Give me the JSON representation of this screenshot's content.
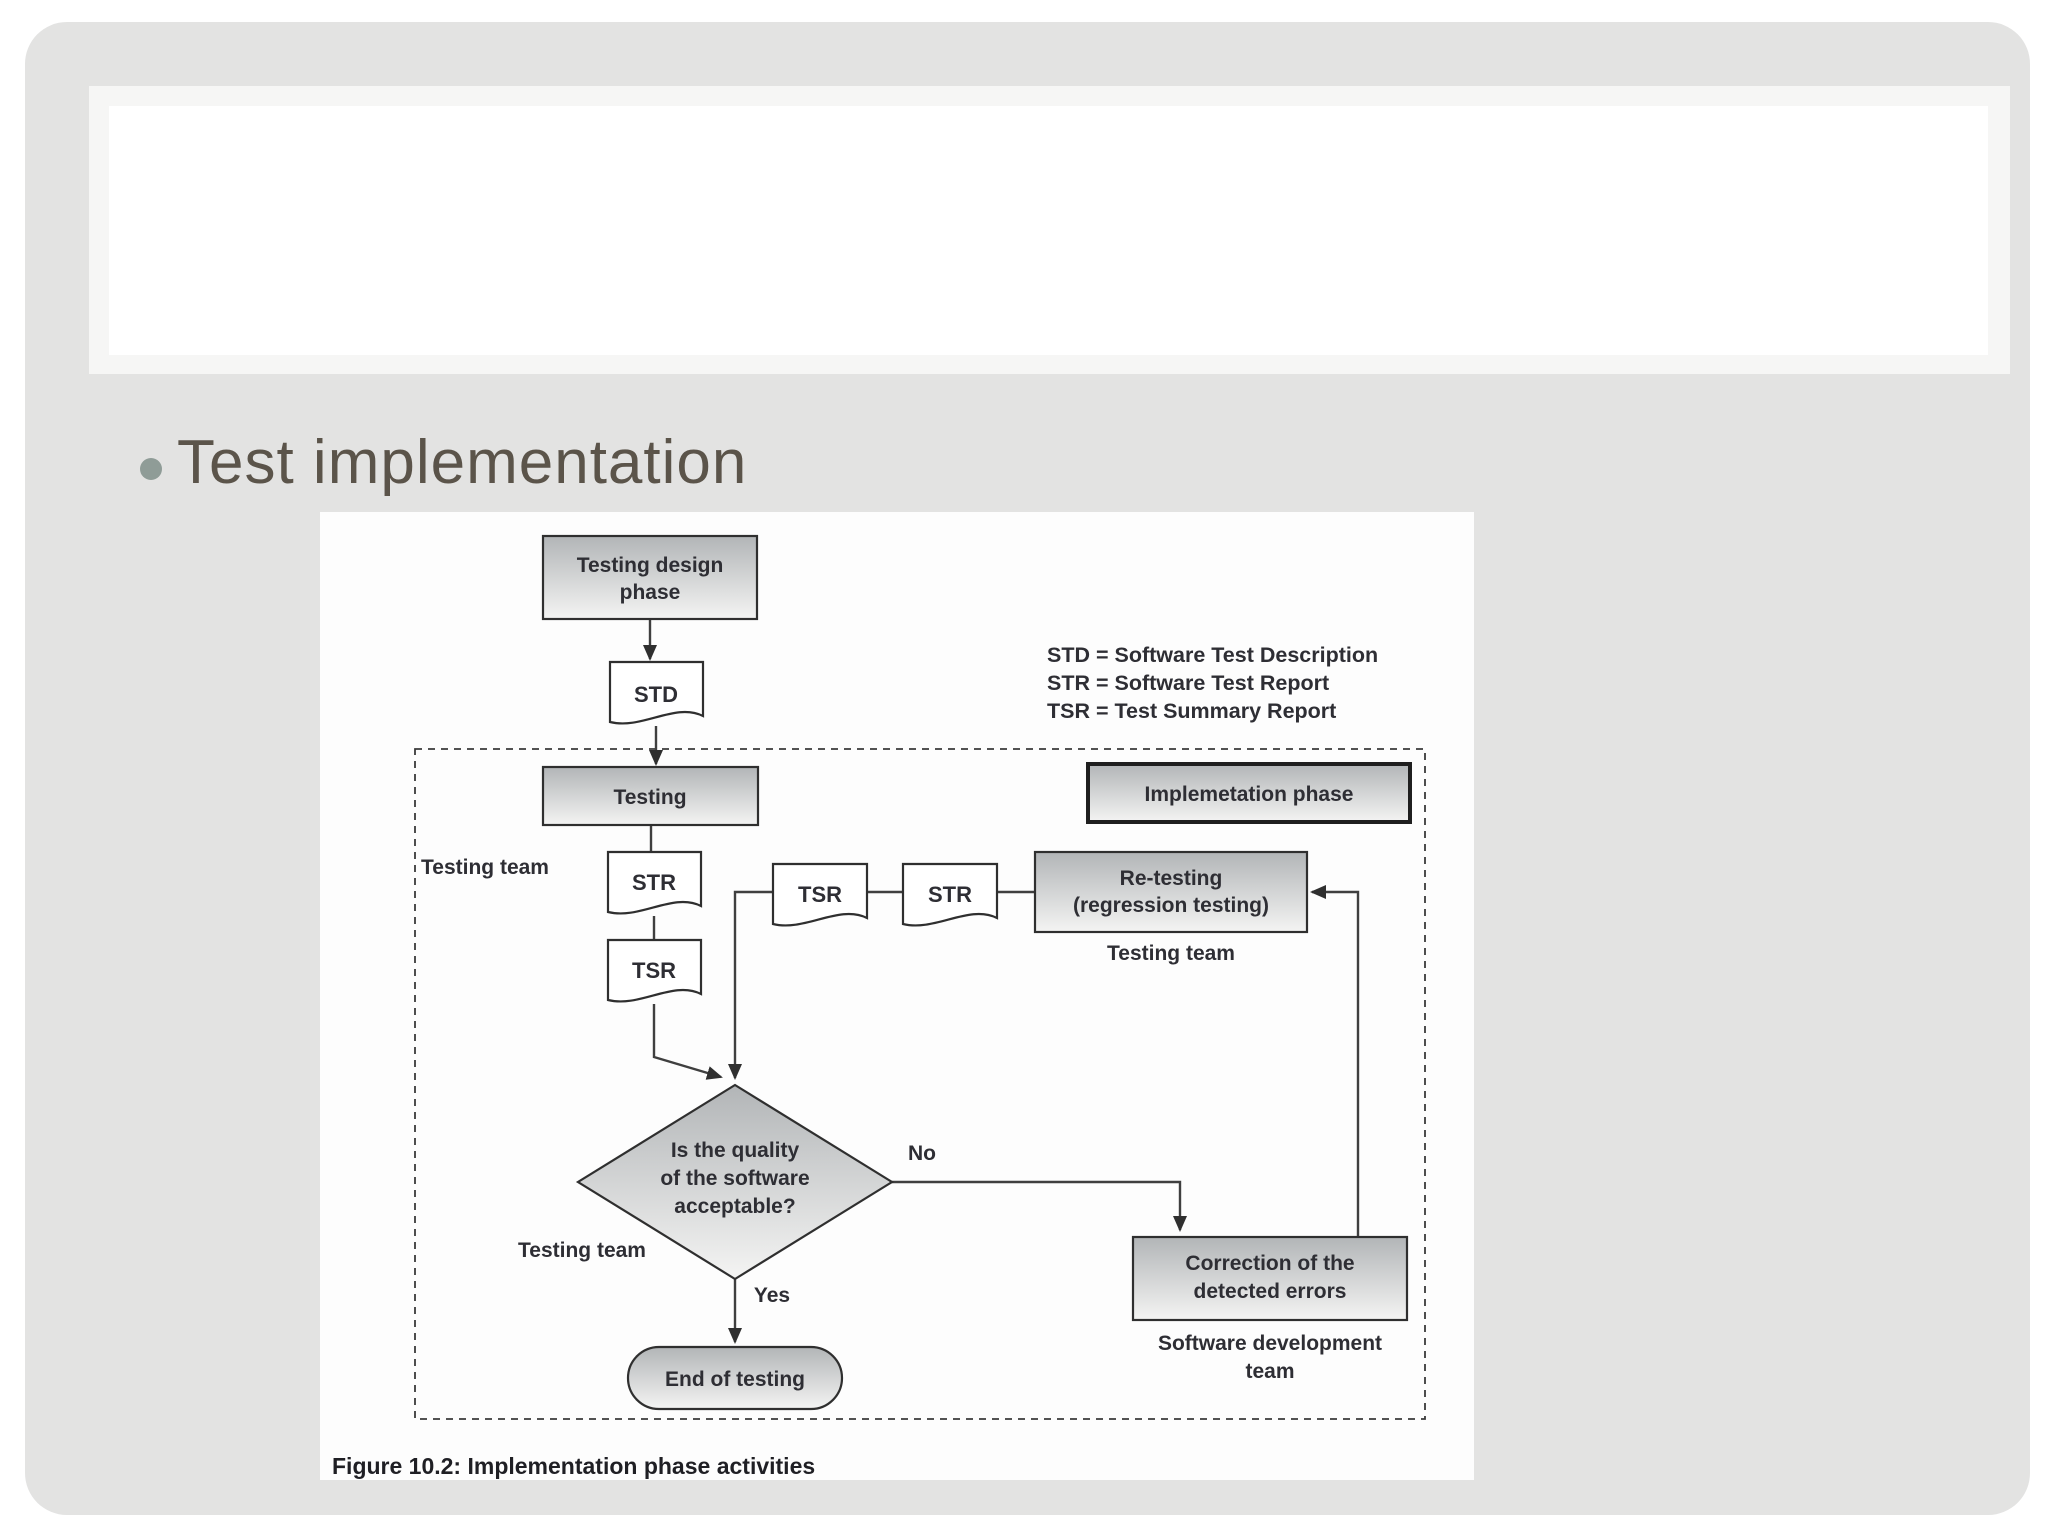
{
  "colors": {
    "slide_bg": "#e3e3e2",
    "bullet_accent": "#8f9c97",
    "title_text": "#5b544a",
    "diagram_text": "#2e2e34",
    "box_border": "#2f2f2f",
    "box_gradient_top": "#b2b5b7",
    "box_gradient_bottom": "#f4f4f3"
  },
  "slide": {
    "bullet_title": "Test implementation"
  },
  "diagram": {
    "caption": "Figure 10.2: Implementation phase activities",
    "legend": {
      "line1": "STD = Software Test Description",
      "line2": "STR = Software Test Report",
      "line3": "TSR = Test Summary Report"
    },
    "phase_label": "Implemetation phase",
    "nodes": {
      "testing_design_line1": "Testing design",
      "testing_design_line2": "phase",
      "std_doc": "STD",
      "testing": "Testing",
      "str_doc1": "STR",
      "tsr_doc1": "TSR",
      "tsr_doc2": "TSR",
      "str_doc2": "STR",
      "retesting_line1": "Re-testing",
      "retesting_line2": "(regression testing)",
      "decision_line1": "Is the quality",
      "decision_line2": "of the software",
      "decision_line3": "acceptable?",
      "correction_line1": "Correction of the",
      "correction_line2": "detected errors",
      "end_node": "End of testing"
    },
    "labels": {
      "testing_team_1": "Testing team",
      "testing_team_2": "Testing team",
      "testing_team_3": "Testing team",
      "dev_team_line1": "Software development",
      "dev_team_line2": "team",
      "yes": "Yes",
      "no": "No"
    }
  }
}
